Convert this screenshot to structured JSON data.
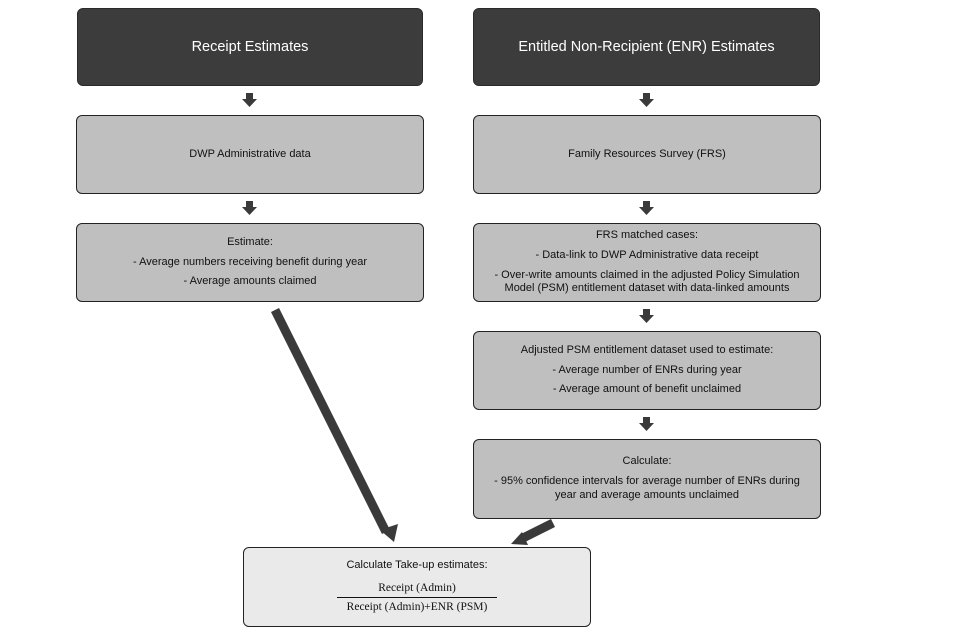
{
  "boxes": {
    "receipt_header": {
      "text": "Receipt Estimates"
    },
    "enr_header": {
      "text": "Entitled Non-Recipient (ENR) Estimates"
    },
    "dwp_admin": {
      "text": "DWP Administrative data"
    },
    "frs": {
      "text": "Family Resources Survey (FRS)"
    },
    "estimate": {
      "title": "Estimate:",
      "items": [
        "- Average numbers receiving benefit during year",
        "- Average amounts claimed"
      ]
    },
    "frs_matched": {
      "title": "FRS matched cases:",
      "items": [
        "- Data-link to DWP Administrative data receipt",
        "- Over-write amounts claimed in the adjusted Policy Simulation",
        "Model (PSM) entitlement dataset with data-linked amounts"
      ]
    },
    "adjusted_psm": {
      "title": "Adjusted PSM entitlement dataset used to estimate:",
      "items": [
        "- Average number of ENRs during year",
        "- Average amount of benefit unclaimed"
      ]
    },
    "calculate": {
      "title": "Calculate:",
      "items": [
        "- 95% confidence intervals for average number of ENRs during",
        "year and average amounts unclaimed"
      ]
    },
    "takeup": {
      "title": "Calculate Take-up estimates:",
      "numerator": "Receipt (Admin)",
      "denominator": "Receipt (Admin)+ENR (PSM)"
    }
  },
  "colors": {
    "header_fill": "#3c3c3c",
    "box_fill": "#bfbfbf",
    "result_fill": "#eaeaea",
    "arrow": "#3a3a3a"
  }
}
